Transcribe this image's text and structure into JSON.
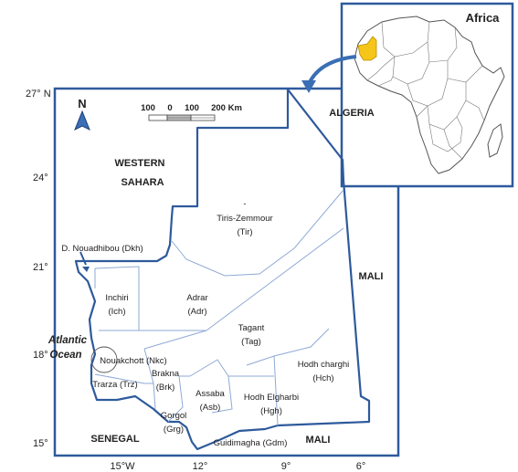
{
  "inset": {
    "title": "Africa",
    "highlight_color": "#f5c518"
  },
  "north_arrow": {
    "label": "N"
  },
  "scale_bar": {
    "labels": [
      "100",
      "0",
      "100",
      "200 Km"
    ]
  },
  "latitude_ticks": [
    "27° N",
    "24°",
    "21°",
    "18°",
    "15°"
  ],
  "longitude_ticks": [
    "15°W",
    "12°",
    "9°",
    "6°"
  ],
  "countries": {
    "western_sahara_1": "WESTERN",
    "western_sahara_2": "SAHARA",
    "algeria": "ALGERIA",
    "mali_east": "MALI",
    "mali_south": "MALI",
    "senegal": "SENEGAL"
  },
  "ocean": {
    "line1": "Atlantic",
    "line2": "Ocean"
  },
  "regions": {
    "tiris_dash": "-",
    "tiris": "Tiris-Zemmour",
    "tiris_code": "(Tir)",
    "dkh": "D. Nouadhibou (Dkh)",
    "inchiri": "Inchiri",
    "inchiri_code": "(Ich)",
    "adrar": "Adrar",
    "adrar_code": "(Adr)",
    "tagant": "Tagant",
    "tagant_code": "(Tag)",
    "hch": "Hodh charghi",
    "hch_code": "(Hch)",
    "nkc": "Nouakchott (Nkc)",
    "trarza": "Trarza (Trz)",
    "brakna": "Brakna",
    "brakna_code": "(Brk)",
    "assaba": "Assaba",
    "assaba_code": "(Asb)",
    "hgh": "Hodh Elgharbi",
    "hgh_code": "(Hgh)",
    "gorgol": "Gorgol",
    "gorgol_code": "(Grg)",
    "gdm": "Guidimagha (Gdm)"
  },
  "colors": {
    "border": "#2e5a9c",
    "internal": "#8fa9d6",
    "frame": "#2e5a9c",
    "arrow": "#3a6fb5"
  }
}
